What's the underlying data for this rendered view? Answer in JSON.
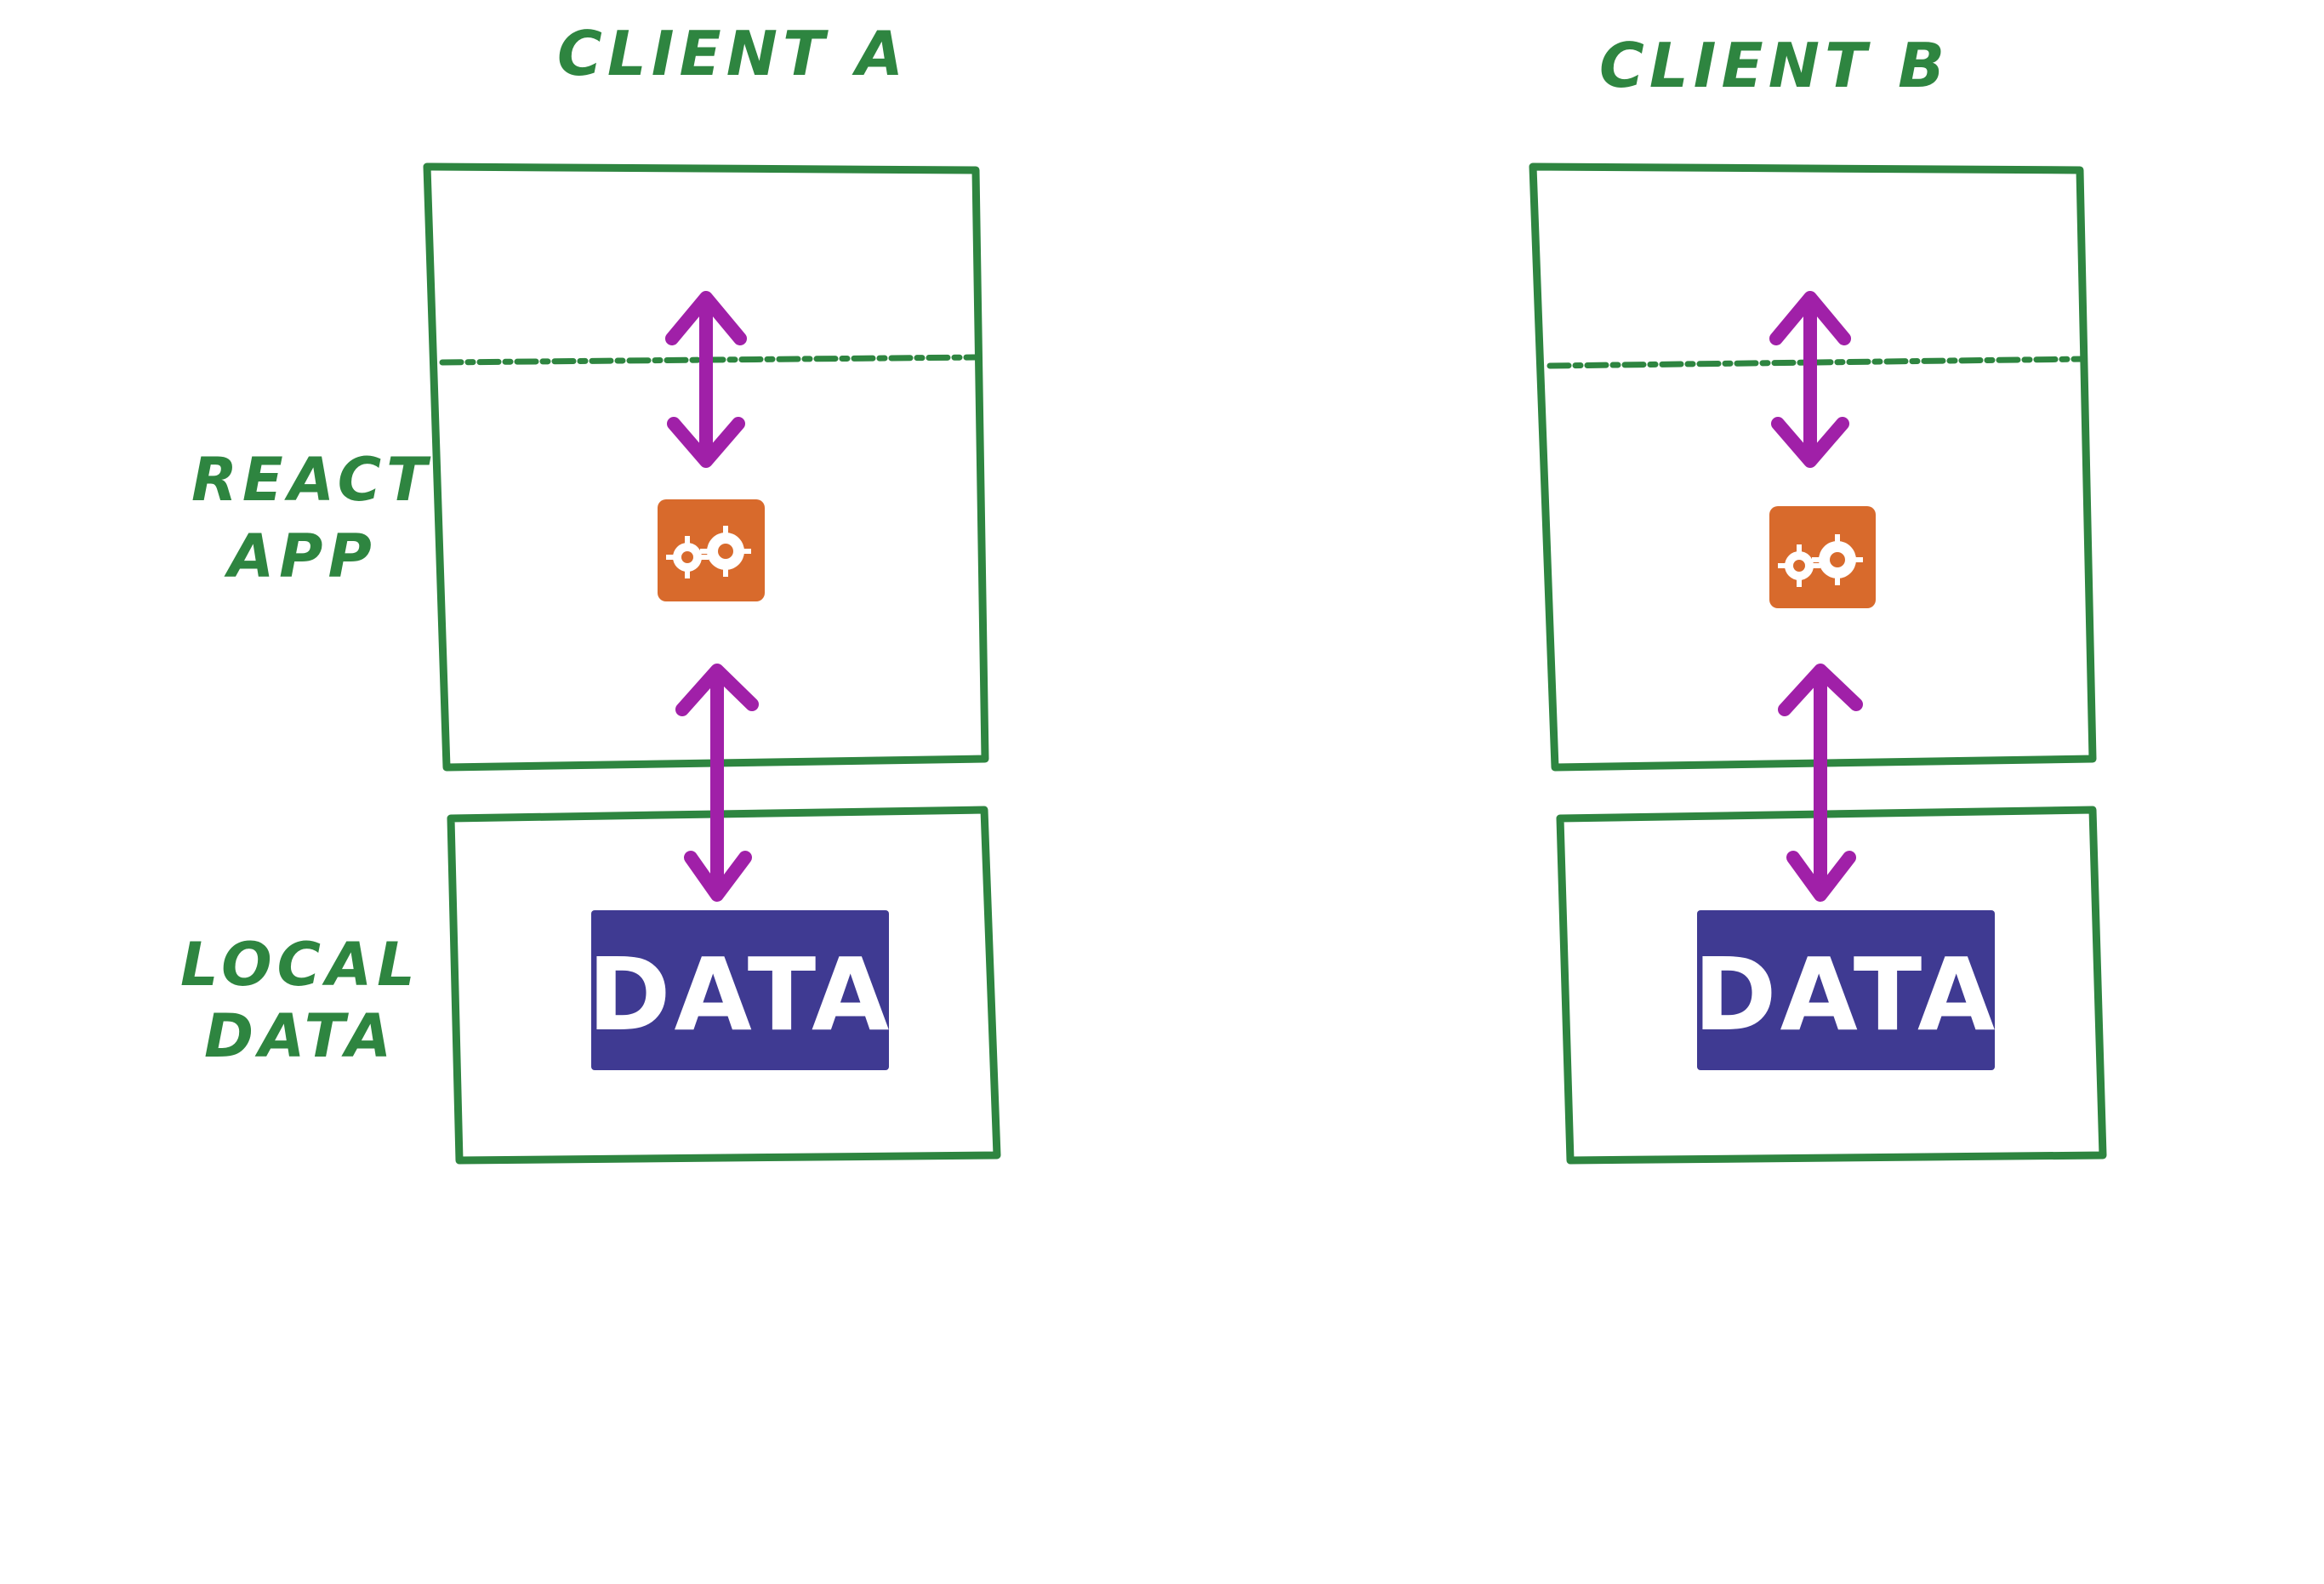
{
  "diagram": {
    "clients": [
      {
        "title": "CLIENT A",
        "data_label": "DATA"
      },
      {
        "title": "CLIENT B",
        "data_label": "DATA"
      }
    ],
    "row_labels": {
      "react_app_line1": "REACT",
      "react_app_line2": "APP",
      "local_data_line1": "LOCAL",
      "local_data_line2": "DATA"
    },
    "colors": {
      "box_stroke": "#2e8540",
      "label_text": "#2e8540",
      "arrow": "#a020a8",
      "engine_fill": "#d86a2c",
      "data_fill": "#3f3a92",
      "data_text": "#ffffff"
    },
    "icons": {
      "engine": "gears-icon",
      "arrow": "double-headed-arrow-icon"
    }
  }
}
